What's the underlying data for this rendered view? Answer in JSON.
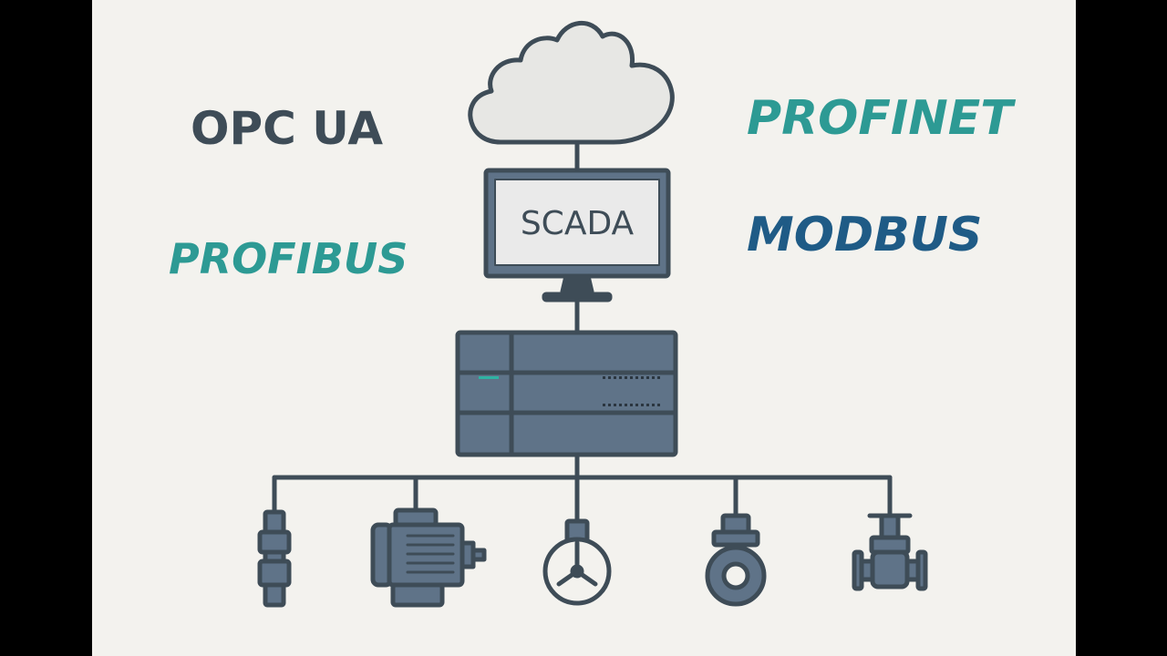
{
  "protocols": {
    "opc_ua": "OPC UA",
    "profinet": "PROFINET",
    "profibus": "PROFIBUS",
    "modbus": "MODBUS"
  },
  "monitor": {
    "label": "SCADA"
  },
  "colors": {
    "background": "#f3f2ee",
    "stroke": "#3e4c57",
    "device_fill": "#5f7388",
    "teal": "#2d9a94",
    "navy": "#1f5b86",
    "indicator": "#2fb3a3"
  },
  "icons": [
    "cloud-icon",
    "monitor-icon",
    "plc-icon",
    "sensor-icon",
    "motor-icon",
    "handwheel-icon",
    "pump-icon",
    "valve-icon"
  ]
}
